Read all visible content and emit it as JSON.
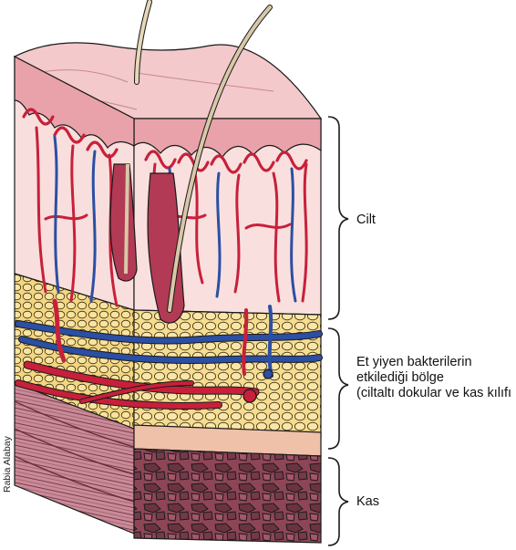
{
  "labels": {
    "skin": "Cilt",
    "affected_line1": "Et yiyen bakterilerin",
    "affected_line2": "etkilediği bölge",
    "affected_line3": "(ciltaltı dokular ve kas kılıfı",
    "muscle": "Kas"
  },
  "credit": "Rabia Alabay",
  "colors": {
    "outline": "#1a1a1a",
    "skin_surface": "#f3c9cc",
    "epidermis": "#e9a2a9",
    "dermis": "#f8dedd",
    "artery": "#c8203a",
    "vein": "#2b4fa3",
    "hair": "#d8c8a8",
    "follicle": "#b23a55",
    "fat_cell": "#f6dc8e",
    "fascia": "#f0c2a8",
    "muscle_dark": "#6b3340",
    "muscle_mid": "#a6566a",
    "muscle_light": "#d8a9b4"
  }
}
